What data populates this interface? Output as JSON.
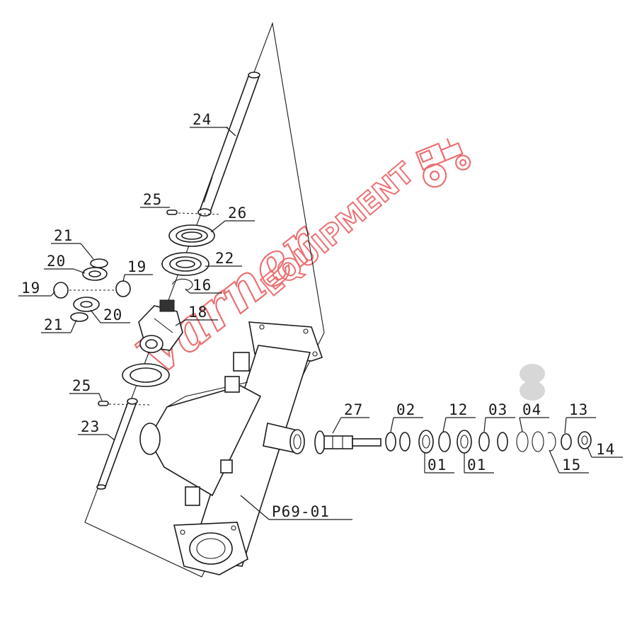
{
  "watermark": {
    "line1": "Varner",
    "line2": "EQUIPMENT",
    "color": "#e8585a",
    "icon": "tractor-icon"
  },
  "labels": [
    {
      "id": "24",
      "text": "24"
    },
    {
      "id": "25a",
      "text": "25"
    },
    {
      "id": "26",
      "text": "26"
    },
    {
      "id": "21a",
      "text": "21"
    },
    {
      "id": "22",
      "text": "22"
    },
    {
      "id": "20a",
      "text": "20"
    },
    {
      "id": "19a",
      "text": "19"
    },
    {
      "id": "19b",
      "text": "19"
    },
    {
      "id": "16",
      "text": "16"
    },
    {
      "id": "20b",
      "text": "20"
    },
    {
      "id": "18",
      "text": "18"
    },
    {
      "id": "21b",
      "text": "21"
    },
    {
      "id": "25b",
      "text": "25"
    },
    {
      "id": "23",
      "text": "23"
    },
    {
      "id": "27",
      "text": "27"
    },
    {
      "id": "02",
      "text": "02"
    },
    {
      "id": "12",
      "text": "12"
    },
    {
      "id": "03",
      "text": "03"
    },
    {
      "id": "04",
      "text": "04"
    },
    {
      "id": "13",
      "text": "13"
    },
    {
      "id": "14",
      "text": "14"
    },
    {
      "id": "01a",
      "text": "01"
    },
    {
      "id": "01b",
      "text": "01"
    },
    {
      "id": "15",
      "text": "15"
    },
    {
      "id": "P69-01",
      "text": "P69-01"
    }
  ]
}
